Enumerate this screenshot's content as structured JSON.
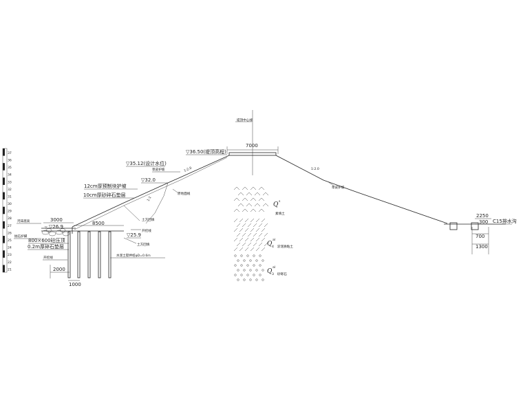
{
  "labels": {
    "centerline": "堤顶中心线",
    "crest_width": "7000",
    "crest_elev": "▽36.50(堤顶高程)",
    "slope_right": "1:2.0",
    "slope_upper": "1:2.0",
    "slope_lower": "1:1",
    "grass_right": "草皮护坡",
    "flood_level": "▽35.12(设计水位)",
    "grass_left": "草皮护坡",
    "berm_elev": "▽32.0",
    "orig_ground": "原地面线",
    "rev_12": "12cm厚预制块护坡",
    "rev_10": "10cm厚砂碎石垫层",
    "dim_3000": "3000",
    "riverbed": "河床底高",
    "elev_269": "▽26.9",
    "dim_8500": "8500",
    "riprap": "抛石护脚",
    "block": "800×600砼压顶",
    "gravel_02": "0.2m厚碎石垫层",
    "outer_slope": "土方回填",
    "cutoff": "开挖线",
    "elev_259": "▽25.9",
    "backfill": "土方回填",
    "drain_wall": "开挖线",
    "pile": "水泥土搅拌桩φD=0.6m",
    "dim_2000": "2000",
    "dim_1000": "1000",
    "geo_q4": "Q",
    "geo_q4_sup": "s",
    "geo_q4_name": "素填土",
    "geo_q3": "Q",
    "geo_q3_sup": "al",
    "geo_q3_sub": "4",
    "geo_q3_name": "淤泥质粘土",
    "geo_q2": "Q",
    "geo_q2_sup": "al",
    "geo_q2_sub": "3",
    "geo_q2_name": "砂砾石",
    "dim_2250": "2250",
    "dim_300": "300",
    "dim_700": "700",
    "dim_1300": "1300",
    "ditch": "C15排水沟"
  },
  "scale_ticks": [
    "37",
    "36",
    "35",
    "34",
    "33",
    "32",
    "31",
    "30",
    "29",
    "28",
    "27",
    "26",
    "25",
    "24",
    "23",
    "22",
    "21"
  ]
}
